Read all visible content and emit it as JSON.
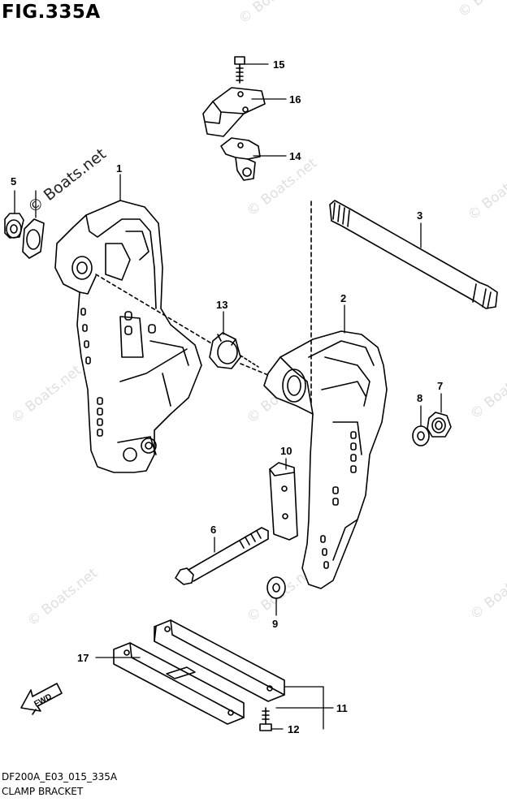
{
  "figure": {
    "title": "FIG.335A",
    "code": "DF200A_E03_015_335A",
    "caption": "CLAMP BRACKET"
  },
  "watermark": {
    "main": "© Boats.net",
    "faint": "© Boats.net"
  },
  "parts": [
    {
      "id": "1",
      "label": "1"
    },
    {
      "id": "2",
      "label": "2"
    },
    {
      "id": "3",
      "label": "3"
    },
    {
      "id": "5",
      "label": "5"
    },
    {
      "id": "6",
      "label": "6"
    },
    {
      "id": "7",
      "label": "7"
    },
    {
      "id": "8",
      "label": "8"
    },
    {
      "id": "9",
      "label": "9"
    },
    {
      "id": "10",
      "label": "10"
    },
    {
      "id": "11",
      "label": "11"
    },
    {
      "id": "12",
      "label": "12"
    },
    {
      "id": "13",
      "label": "13"
    },
    {
      "id": "14",
      "label": "14"
    },
    {
      "id": "15",
      "label": "15"
    },
    {
      "id": "16",
      "label": "16"
    },
    {
      "id": "17",
      "label": "17"
    }
  ],
  "fwd_arrow": {
    "label": "FWD"
  },
  "colors": {
    "line": "#000000",
    "watermark": "#8c8c8c"
  }
}
